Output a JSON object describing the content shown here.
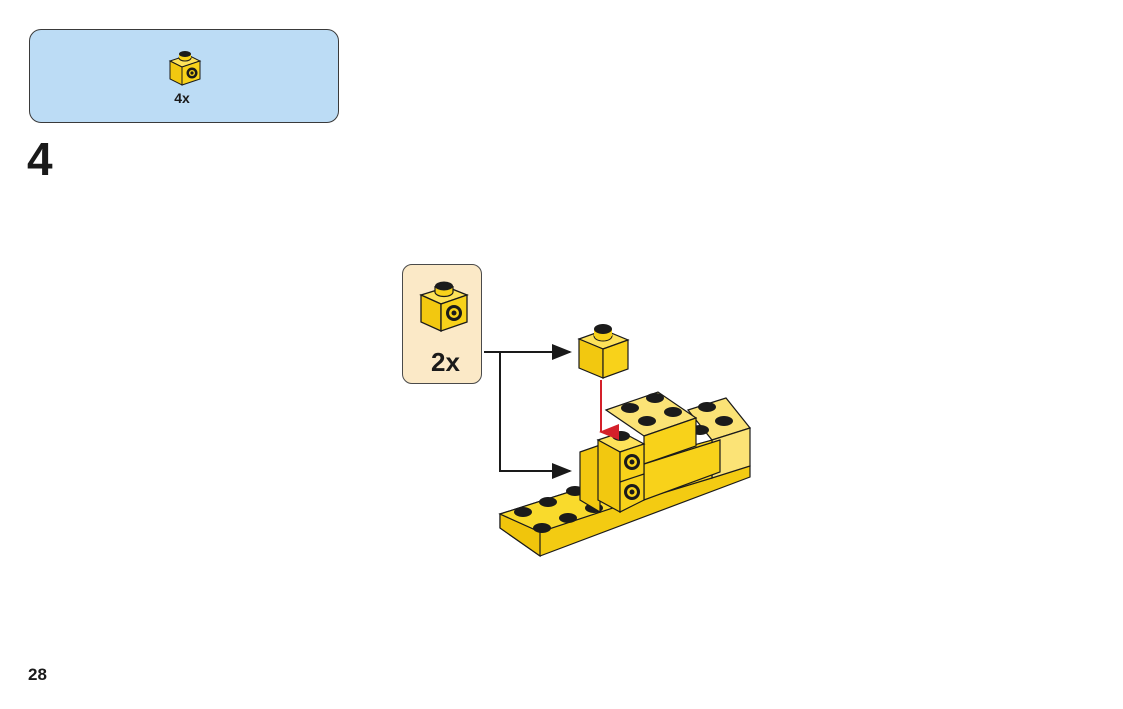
{
  "parts_list": {
    "quantity": "4x",
    "part": "yellow-1x1-brick-with-side-stud"
  },
  "step": {
    "number": "4"
  },
  "callout": {
    "quantity": "2x",
    "part": "yellow-1x1-brick-with-side-stud"
  },
  "page": {
    "number": "28"
  },
  "colors": {
    "parts_box_bg": "#bcdcf5",
    "callout_bg": "#fbe9c7",
    "brick_yellow": "#f8d21a",
    "brick_yellow_light": "#fbe376",
    "stud_dark": "#1b1b1b",
    "arrow_black": "#1a1a1a",
    "arrow_red": "#d4202a"
  }
}
